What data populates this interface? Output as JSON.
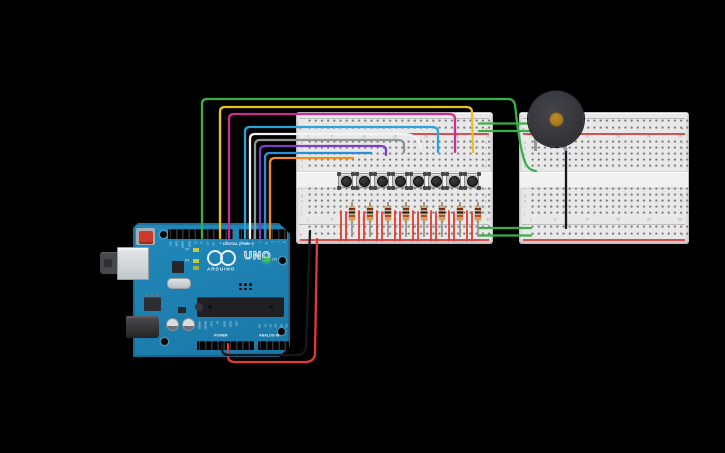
{
  "canvas": {
    "background": "#000000"
  },
  "arduino": {
    "body_color": "#1d7fae",
    "labels": {
      "digital_header": "DIGITAL (PWM~)",
      "model": "UNO",
      "brand": "ARDUINO",
      "power": "POWER",
      "analog": "ANALOG IN",
      "on": "ON",
      "tx": "TX",
      "rx": "RX"
    },
    "digital_pins": [
      "SCL",
      "SDA",
      "AREF",
      "GND",
      "13",
      "12",
      "~11",
      "~10",
      "~9",
      "8",
      "7",
      "~6",
      "~5",
      "4",
      "~3",
      "2",
      "1",
      "0"
    ],
    "power_pins": [
      "IOREF",
      "RESET",
      "3.3V",
      "5V",
      "GND",
      "GND",
      "VIN"
    ],
    "analog_pins": [
      "A0",
      "A1",
      "A2",
      "A3",
      "A4",
      "A5"
    ]
  },
  "breadboards": [
    {
      "name": "breadboard-left",
      "column_numbers": [
        "1",
        "5",
        "10",
        "15",
        "20",
        "25",
        "30"
      ],
      "row_letters_top": [
        "a",
        "b",
        "c",
        "d",
        "e"
      ],
      "row_letters_bottom": [
        "f",
        "g",
        "h",
        "i",
        "j"
      ],
      "rail_minus": "−",
      "rail_plus": "+"
    },
    {
      "name": "breadboard-right",
      "column_numbers": [
        "1",
        "5",
        "10",
        "15",
        "20",
        "25"
      ],
      "row_letters_top": [
        "a",
        "b",
        "c",
        "d",
        "e"
      ],
      "row_letters_bottom": [
        "f",
        "g",
        "h",
        "i",
        "j"
      ],
      "rail_minus": "−",
      "rail_plus": "+"
    }
  ],
  "components": {
    "pushbuttons": {
      "count": 8,
      "body_color": "#c6c6c6",
      "cap_color": "#222222"
    },
    "resistors": {
      "count": 8,
      "body_color": "#d6ab7c",
      "band_colors": [
        "#7a2e1c",
        "#1f1f1f",
        "#b8452e",
        "#c79a3c"
      ]
    },
    "buzzer": {
      "body_color": "#35353a",
      "pin_color": "#a8791f"
    }
  },
  "wires": [
    {
      "id": "buzzer-signal",
      "color": "#3aae49"
    },
    {
      "id": "btn8-signal",
      "color": "#e9c319"
    },
    {
      "id": "btn7-signal",
      "color": "#ca2f90"
    },
    {
      "id": "btn6-signal",
      "color": "#2aa4dd"
    },
    {
      "id": "btn5-signal",
      "color": "#f2f3f4"
    },
    {
      "id": "btn4-signal",
      "color": "#8f9496"
    },
    {
      "id": "btn3-signal",
      "color": "#7b3fc4"
    },
    {
      "id": "btn2-signal",
      "color": "#2a8fd4"
    },
    {
      "id": "btn1-signal",
      "color": "#ee8e2b"
    },
    {
      "id": "arduino-5v",
      "color": "#e23b30"
    },
    {
      "id": "arduino-gnd",
      "color": "#17181c"
    },
    {
      "id": "buzzer-gnd",
      "color": "#17181c"
    },
    {
      "id": "rail-link-top-minus",
      "color": "#3aae49"
    },
    {
      "id": "rail-link-top-plus",
      "color": "#3aae49"
    },
    {
      "id": "rail-link-bottom-minus",
      "color": "#3aae49"
    },
    {
      "id": "rail-link-bottom-plus",
      "color": "#3aae49"
    },
    {
      "id": "pulldown-red",
      "color": "#e23b30",
      "count": 16
    }
  ]
}
